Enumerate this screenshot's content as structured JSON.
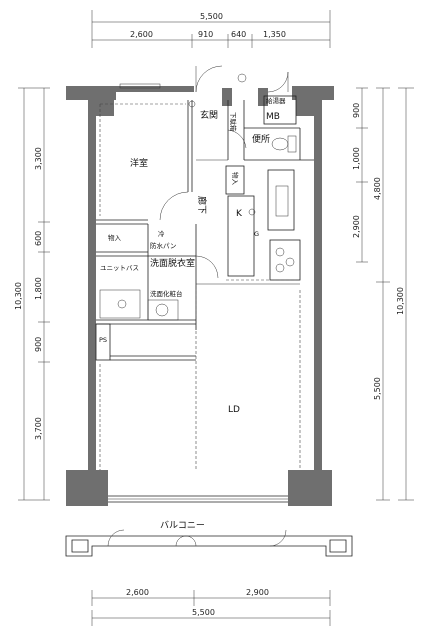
{
  "dimensions": {
    "top_total": "5,500",
    "top_parts": [
      "2,600",
      "910",
      "640",
      "1,350"
    ],
    "bottom_parts": [
      "2,600",
      "2,900"
    ],
    "bottom_total": "5,500",
    "left_total": "10,300",
    "left_parts": [
      "3,300",
      "600",
      "1,800",
      "900",
      "3,700"
    ],
    "right_total": "10,300",
    "right_outer": [
      "4,800",
      "5,500"
    ],
    "right_inner": [
      "900",
      "1,000",
      "2,900"
    ]
  },
  "rooms": {
    "western_room": "洋室",
    "entrance": "玄関",
    "shoe_storage": "下駄箱",
    "mb": "MB",
    "toilet": "便所",
    "storage_1": "物入",
    "corridor": "廊下",
    "kitchen": "K",
    "storage_2": "物入",
    "washroom": "洗面脱衣室",
    "unit_bath": "ユニットバス",
    "ld": "LD",
    "balcony": "バルコニー",
    "ps": "PS",
    "fridge": "冷",
    "waterproof_pan": "防水パン",
    "vanity": "洗面化粧台",
    "gas_meter": "給湯器",
    "gas": "G"
  }
}
